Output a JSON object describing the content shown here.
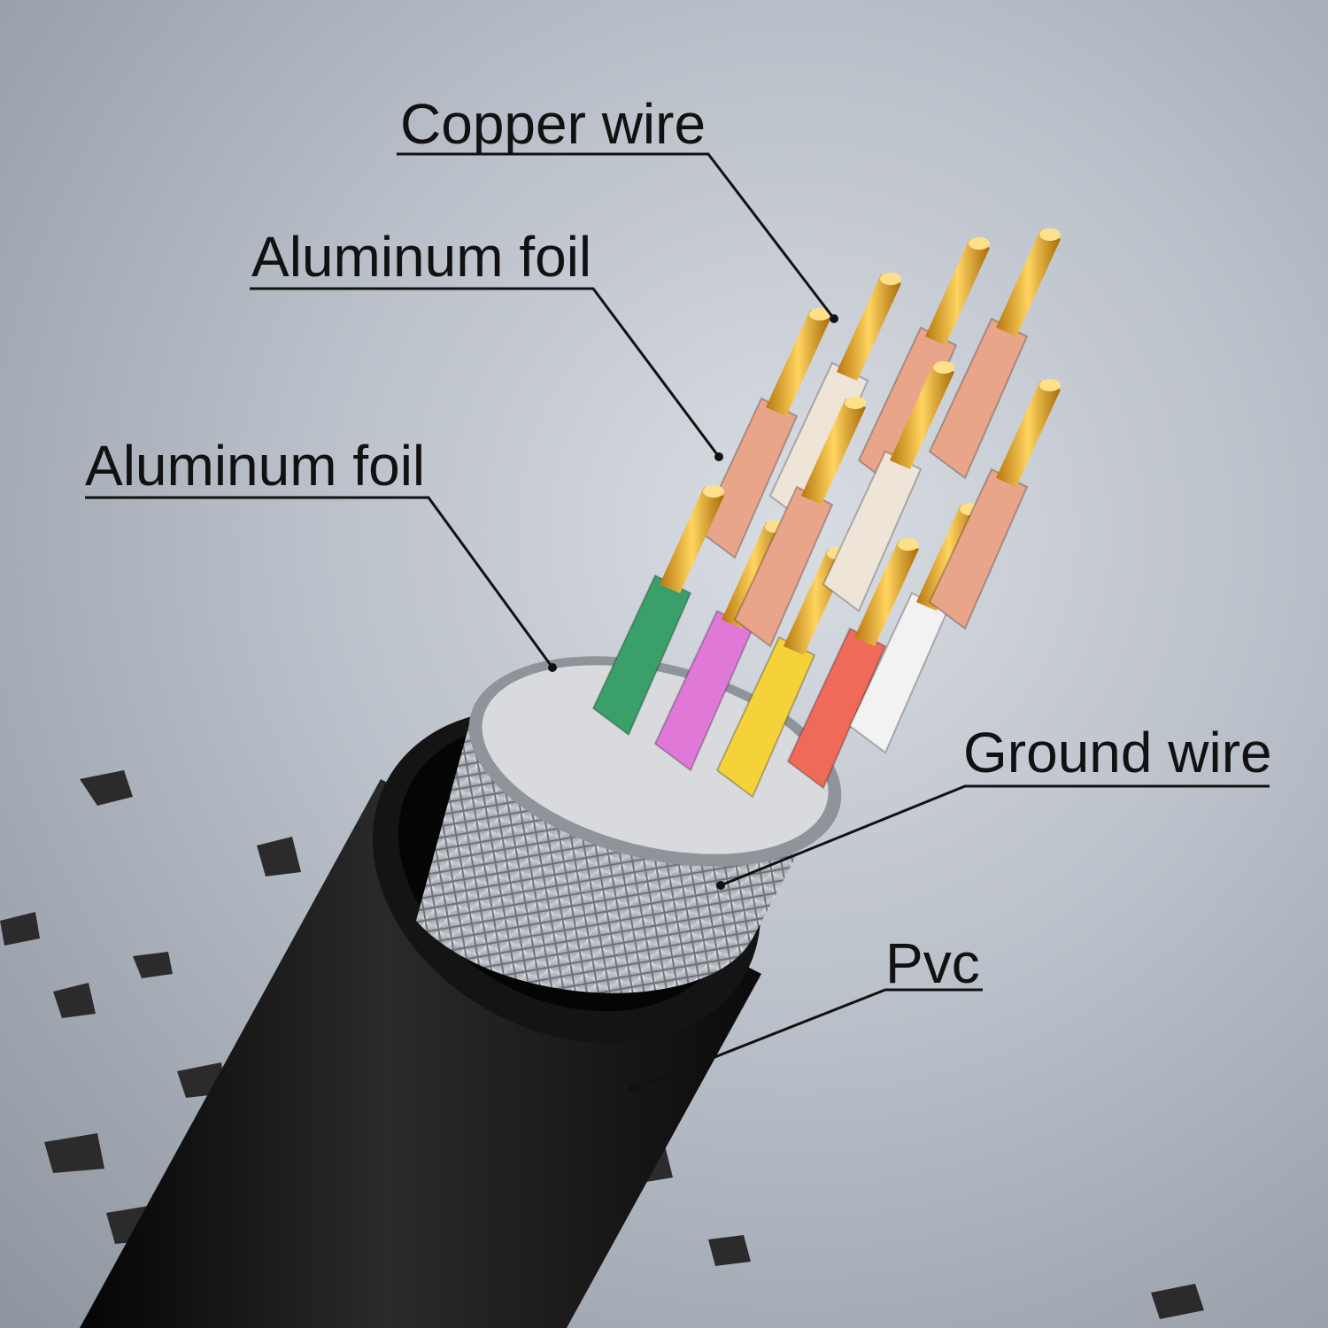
{
  "labels": {
    "copper_wire": "Copper wire",
    "aluminum_foil_1": "Aluminum foil",
    "aluminum_foil_2": "Aluminum foil",
    "ground_wire": "Ground wire",
    "pvc": "Pvc"
  },
  "colors": {
    "jacket": "#1a1a1a",
    "copper": "#e0a21c",
    "leader_line": "#111111",
    "shield": "#c9ccd1"
  },
  "conductor_colors": [
    "#e8a58a",
    "#efe4d8",
    "#e8a58a",
    "#e8a58a",
    "#3aa06a",
    "#e078d8",
    "#f5d23a",
    "#f06a5a",
    "#f2f2f2",
    "#e8a58a",
    "#efe4d8",
    "#e8a58a"
  ]
}
